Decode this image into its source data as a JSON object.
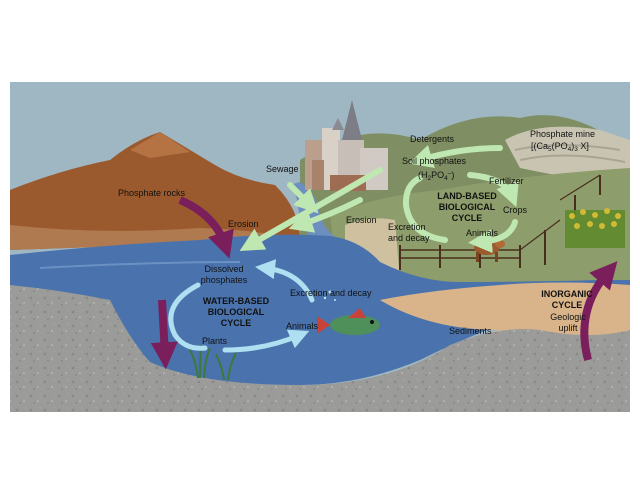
{
  "labels": {
    "phosphate_rocks": "Phosphate rocks",
    "erosion_left": "Erosion",
    "sewage": "Sewage",
    "detergents": "Detergents",
    "phosphate_mine": "Phosphate mine",
    "mine_formula": {
      "open": "[(Ca",
      "sub1": "5",
      "mid": "(PO",
      "sub2": "4",
      "sub3": "3",
      "close": "X]"
    },
    "soil_phosphates": "Soil phosphates",
    "soil_formula": {
      "open": "(H",
      "sub1": "2",
      "mid": "PO",
      "sub2": "4",
      "sup": "–",
      "close": ")"
    },
    "fertilizer": "Fertilizer",
    "erosion_right": "Erosion",
    "land_cycle": [
      "LAND-BASED",
      "BIOLOGICAL",
      "CYCLE"
    ],
    "crops": "Crops",
    "excretion_land": [
      "Excretion",
      "and decay"
    ],
    "animals_land": "Animals",
    "dissolved": [
      "Dissolved",
      "phosphates"
    ],
    "water_cycle": [
      "WATER-BASED",
      "BIOLOGICAL",
      "CYCLE"
    ],
    "excretion_water": "Excretion and decay",
    "animals_water": "Animals",
    "plants": "Plants",
    "sediments": "Sediments",
    "inorganic": [
      "INORGANIC",
      "CYCLE"
    ],
    "geologic": [
      "Geologic",
      "uplift"
    ]
  },
  "colors": {
    "sky": "#9eb6c4",
    "ocean": "#4a73ad",
    "mountain": "#9a5a2e",
    "cycle_arrow_light": "#b6e2a8",
    "water_arrow": "#a8dcf0",
    "inorganic_arrow": "#7a1f5c",
    "sediment": "#9a9a98"
  }
}
